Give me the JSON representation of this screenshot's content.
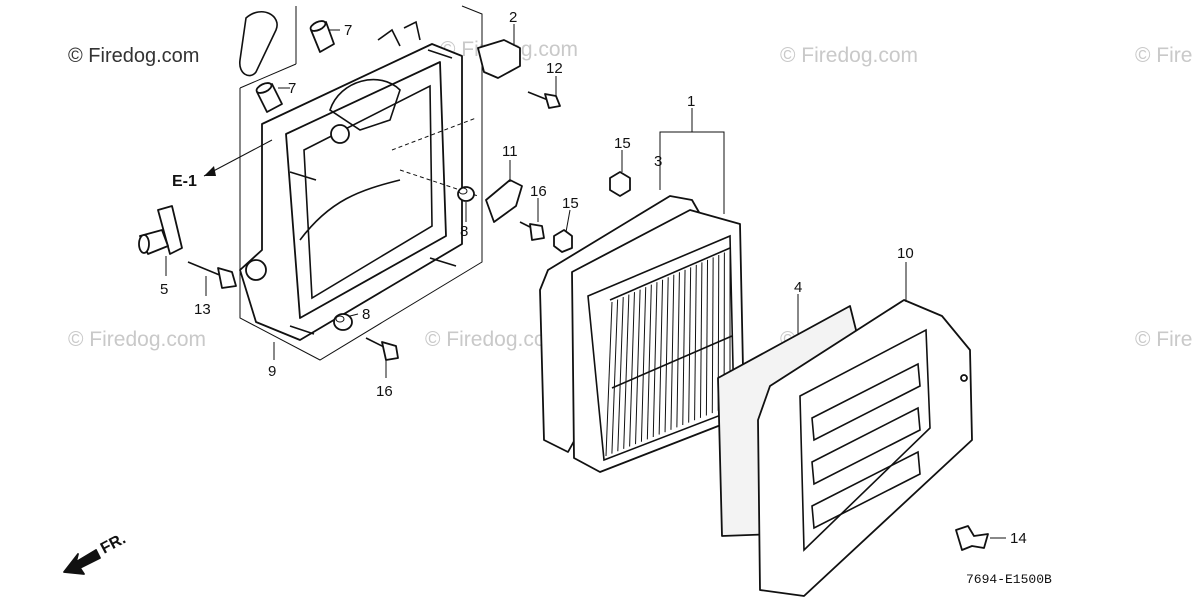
{
  "watermarks": {
    "main": "© Firedog.com",
    "faint": "© Firedog.com",
    "edge": "© Fire"
  },
  "callouts": {
    "p1": "1",
    "p2": "2",
    "p3": "3",
    "p4": "4",
    "p5": "5",
    "p7a": "7",
    "p7b": "7",
    "p8a": "8",
    "p8b": "8",
    "p9": "9",
    "p10": "10",
    "p11": "11",
    "p12": "12",
    "p13": "13",
    "p14": "14",
    "p15a": "15",
    "p15b": "15",
    "p16a": "16",
    "p16b": "16"
  },
  "ref_label": "E-1",
  "front_label": "FR.",
  "diagram_code": "7694-E1500B"
}
